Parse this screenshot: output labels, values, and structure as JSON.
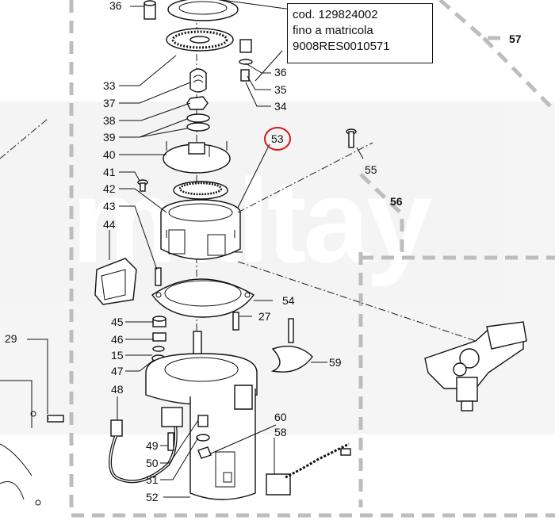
{
  "note": {
    "lines": [
      "cod. 129824002",
      "fino a matricola",
      "9008RES0010571"
    ]
  },
  "watermark": "maltay",
  "highlighted_callout": "53",
  "sections": [
    "56",
    "57"
  ],
  "callouts": [
    "36",
    "36",
    "35",
    "34",
    "33",
    "37",
    "38",
    "39",
    "40",
    "41",
    "42",
    "43",
    "44",
    "45",
    "46",
    "15",
    "47",
    "48",
    "49",
    "50",
    "51",
    "52",
    "53",
    "54",
    "55",
    "27",
    "29",
    "58",
    "59",
    "60"
  ],
  "colors": {
    "highlight": "#d11a1a",
    "section_border": "#bdbdbd",
    "line": "#111111"
  }
}
